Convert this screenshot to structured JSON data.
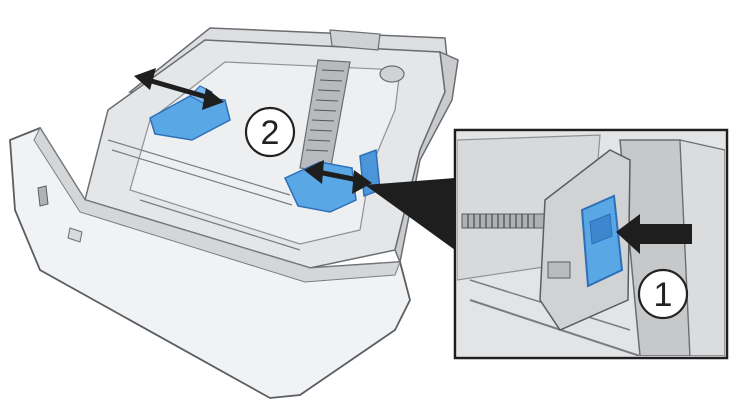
{
  "diagram": {
    "callouts": [
      {
        "id": "step-1",
        "label": "1"
      },
      {
        "id": "step-2",
        "label": "2"
      }
    ]
  },
  "colors": {
    "tray_body": "#e9eaeb",
    "tray_shadow": "#c9cbcd",
    "tray_dark": "#8e9296",
    "tray_outline": "#5a5e62",
    "guide_blue": "#5aa7e6",
    "guide_blue_dark": "#2f6fb8",
    "arrow": "#1e1e1e",
    "inset_border": "#1e1e1e"
  },
  "icons": {
    "step_1_marker": "circled-number-icon",
    "step_2_marker": "circled-number-icon",
    "direction_arrow": "double-headed-arrow-icon",
    "push_arrow": "right-arrow-icon"
  }
}
